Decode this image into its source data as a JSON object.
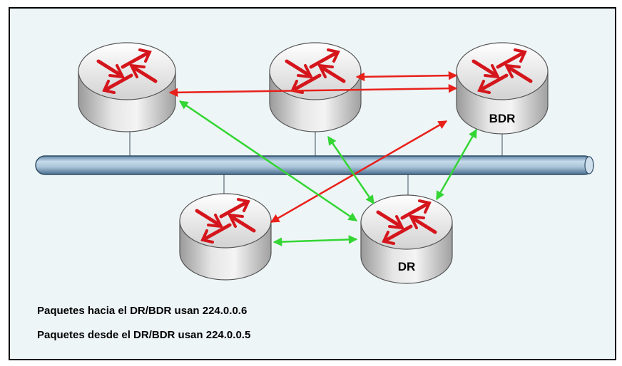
{
  "diagram": {
    "routers": [
      {
        "id": "r-top-left",
        "label": ""
      },
      {
        "id": "r-top-center",
        "label": ""
      },
      {
        "id": "r-top-right",
        "label": "BDR"
      },
      {
        "id": "r-bottom-left",
        "label": ""
      },
      {
        "id": "r-bottom-center",
        "label": "DR"
      }
    ],
    "captions": {
      "to_dr_bdr": "Paquetes hacia el DR/BDR usan 224.0.0.6",
      "from_dr_bdr": "Paquetes desde el DR/BDR usan 224.0.0.5"
    },
    "colors": {
      "background": "#eef5f7",
      "multicast_to_dr": "#33d633",
      "multicast_from_dr": "#e8201a",
      "router_icon_arrows": "#d4161c",
      "bus": "#a9c3d8"
    },
    "links": {
      "green": [
        [
          "r-top-left",
          "r-bottom-center"
        ],
        [
          "r-top-center",
          "r-bottom-center"
        ],
        [
          "r-top-right",
          "r-bottom-center"
        ],
        [
          "r-bottom-left",
          "r-bottom-center"
        ]
      ],
      "red": [
        [
          "r-top-left",
          "r-top-right"
        ],
        [
          "r-top-center",
          "r-top-right"
        ],
        [
          "r-bottom-left",
          "r-top-right"
        ]
      ]
    }
  }
}
